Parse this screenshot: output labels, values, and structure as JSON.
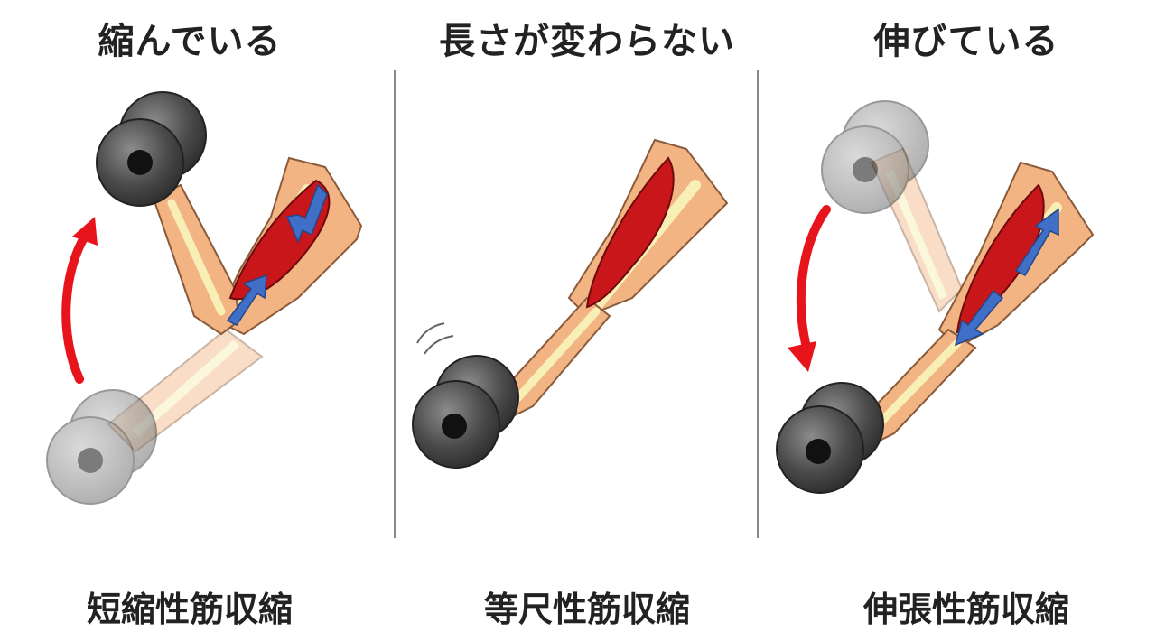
{
  "panels": [
    {
      "title": "縮んでいる",
      "caption": "短縮性筋収縮"
    },
    {
      "title": "長さが変わらない",
      "caption": "等尺性筋収縮"
    },
    {
      "title": "伸びている",
      "caption": "伸張性筋収縮"
    }
  ],
  "colors": {
    "skin": "#f2b483",
    "skin_outline": "#8a5a3a",
    "bone": "#f7efb6",
    "muscle": "#c8161b",
    "arrow_red": "#e8141c",
    "arrow_blue": "#3f6fc6",
    "dumbbell": "#4a4a4a",
    "divider": "#8a8a8a"
  }
}
